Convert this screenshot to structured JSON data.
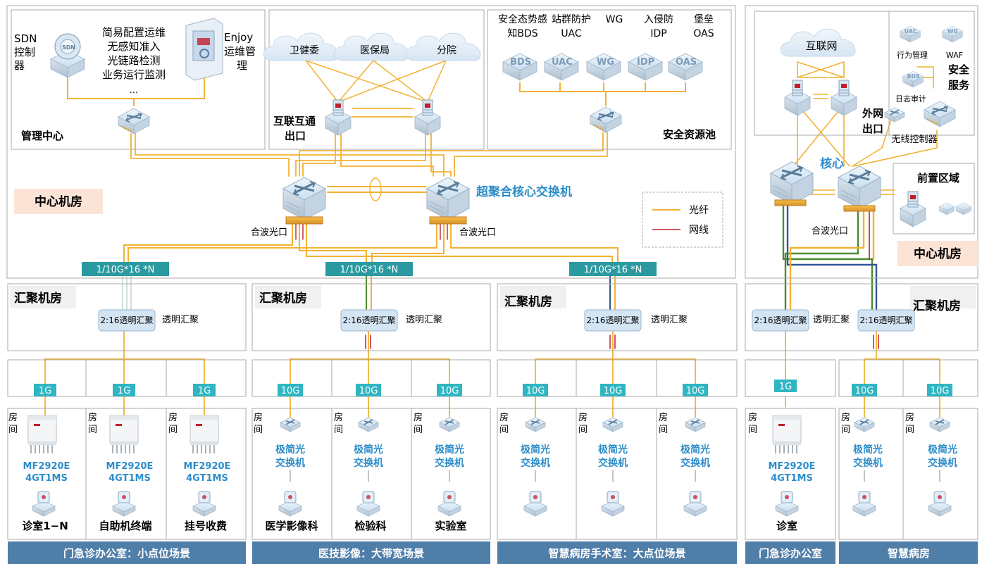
{
  "mgmt": {
    "sdn": [
      "SDN",
      "控制",
      "器"
    ],
    "features": [
      "简易配置运维",
      "无感知准入",
      "光链路检测",
      "业务运行监测",
      "..."
    ],
    "enjoy": [
      "Enjoy",
      "运维管",
      "理"
    ],
    "title": "管理中心"
  },
  "interconnect": {
    "clouds": [
      "卫健委",
      "医保局",
      "分院"
    ],
    "title": [
      "互联互通",
      "出口"
    ]
  },
  "security_pool": {
    "labels": [
      [
        "安全态势感",
        "知BDS"
      ],
      [
        "站群防护",
        "UAC"
      ],
      [
        "WG",
        ""
      ],
      [
        "入侵防",
        "IDP"
      ],
      [
        "堡垒",
        "OAS"
      ]
    ],
    "icons": [
      "BDS",
      "UAC",
      "WG",
      "IDP",
      "OAS"
    ],
    "title": "安全资源池"
  },
  "center": {
    "title": "中心机房",
    "core_label": "超聚合核心交换机",
    "port_label": "合波光口"
  },
  "legend": {
    "fiber": "光纤",
    "cable": "网线"
  },
  "uplink_badge": "1/10G*16 *N",
  "agg": {
    "title": "汇聚机房",
    "box": "2:16透明汇聚",
    "label": "透明汇聚"
  },
  "room": [
    "房",
    "间"
  ],
  "speeds": {
    "s1": "1G",
    "s10": "10G"
  },
  "ap_model": [
    "MF2920E",
    "4GT1MS"
  ],
  "switch_label": [
    "极简光",
    "交换机"
  ],
  "endpoints": [
    "诊室1−N",
    "自助机终端",
    "挂号收费",
    "医学影像科",
    "检验科",
    "实验室",
    "诊室"
  ],
  "footer": [
    "门急诊办公室：小点位场景",
    "医技影像：大带宽场景",
    "智慧病房手术室：大点位场景",
    "门急诊办公室",
    "智慧病房"
  ],
  "right": {
    "internet": "互联网",
    "behavior": "行为管理",
    "waf": "WAF",
    "log": "日志审计",
    "security_service": [
      "安全",
      "服务"
    ],
    "exit": [
      "外网",
      "出口"
    ],
    "wireless": "无线控制器",
    "core": "核心",
    "front": "前置区域",
    "center": "中心机房",
    "port": "合波光口",
    "agg_title": "汇聚机房",
    "agg_label": "透明汇聚"
  },
  "colors": {
    "fiber": "#f2b233",
    "cable": "#c0202a",
    "accent": "#2d8dc9",
    "badge": "#2b9aa0",
    "footer": "#4f7ea8",
    "title_bg": "#fbe4d6",
    "green": "#4c8a2f",
    "blue_line": "#33559a"
  }
}
